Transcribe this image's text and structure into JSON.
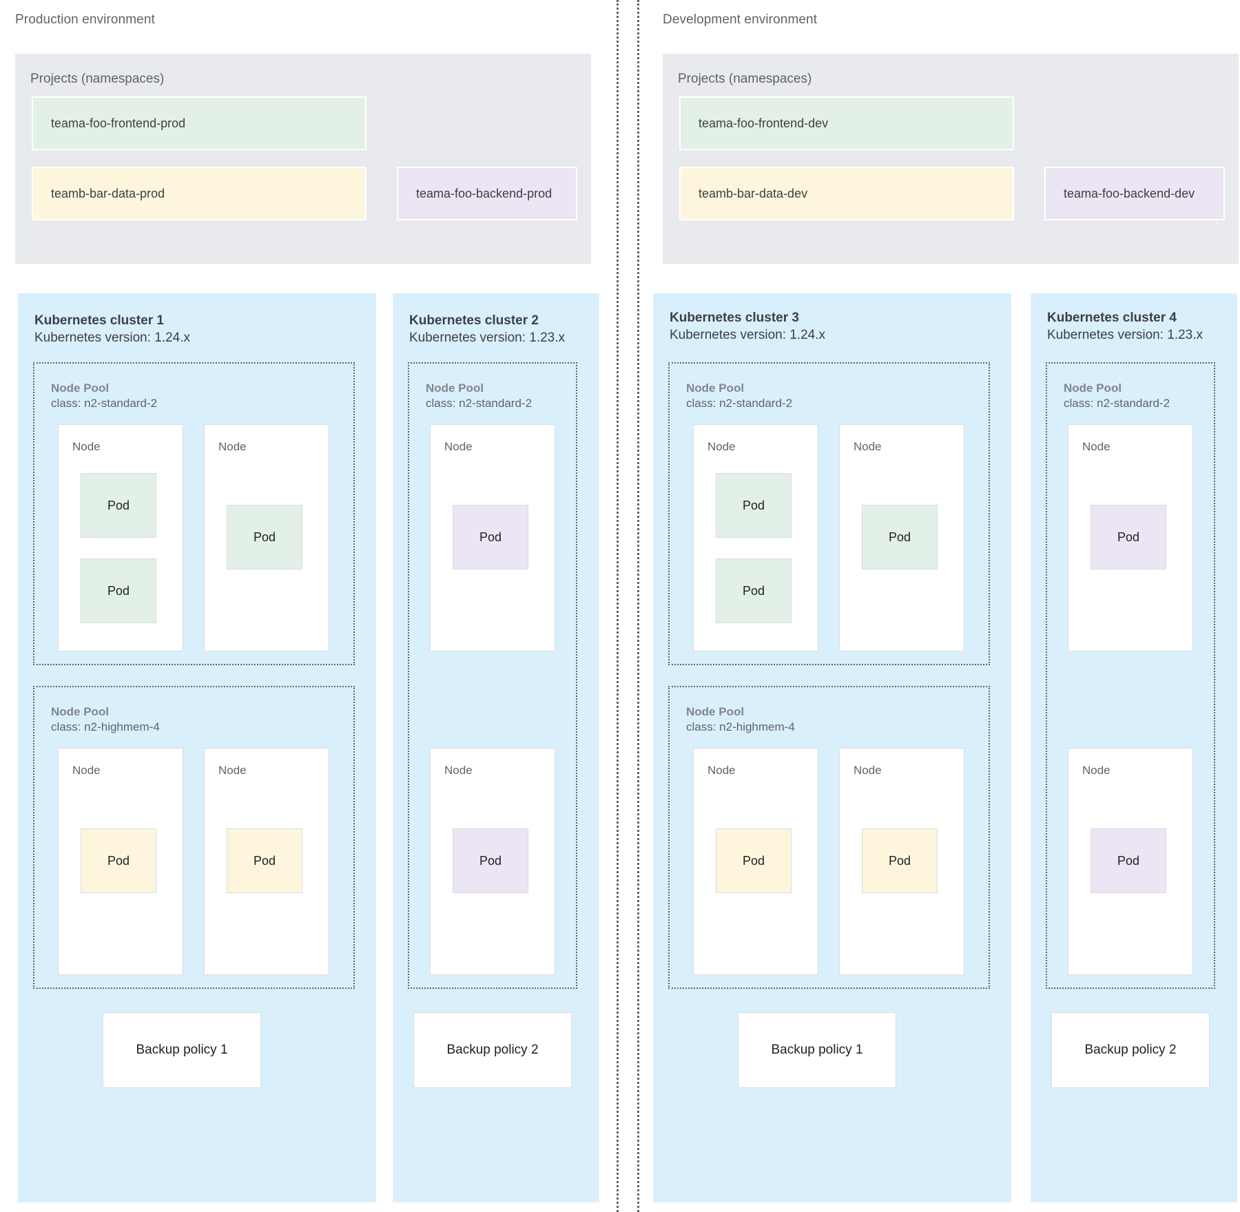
{
  "divider": {
    "style": "dotted-double-vertical"
  },
  "environments": [
    {
      "title": "Production environment",
      "projects": {
        "label": "Projects (namespaces)",
        "namespaces": [
          {
            "name": "teama-foo-frontend-prod",
            "color": "green"
          },
          {
            "name": "teamb-bar-data-prod",
            "color": "yellow"
          },
          {
            "name": "teama-foo-backend-prod",
            "color": "purple"
          }
        ]
      },
      "clusters": [
        {
          "title": "Kubernetes cluster 1",
          "version": "Kubernetes version: 1.24.x",
          "pools": [
            {
              "label": "Node Pool",
              "class": "class: n2-standard-2",
              "nodes": [
                {
                  "label": "Node",
                  "pods": [
                    {
                      "label": "Pod",
                      "color": "green"
                    },
                    {
                      "label": "Pod",
                      "color": "green"
                    }
                  ]
                },
                {
                  "label": "Node",
                  "pods": [
                    {
                      "label": "Pod",
                      "color": "green"
                    }
                  ]
                }
              ]
            },
            {
              "label": "Node Pool",
              "class": "class: n2-highmem-4",
              "nodes": [
                {
                  "label": "Node",
                  "pods": [
                    {
                      "label": "Pod",
                      "color": "yellow"
                    }
                  ]
                },
                {
                  "label": "Node",
                  "pods": [
                    {
                      "label": "Pod",
                      "color": "yellow"
                    }
                  ]
                }
              ]
            }
          ],
          "backup_policy": "Backup policy 1"
        },
        {
          "title": "Kubernetes cluster 2",
          "version": "Kubernetes version: 1.23.x",
          "pools": [
            {
              "label": "Node Pool",
              "class": "class: n2-standard-2",
              "nodes": [
                {
                  "label": "Node",
                  "pods": [
                    {
                      "label": "Pod",
                      "color": "purple"
                    }
                  ]
                },
                {
                  "label": "Node",
                  "pods": [
                    {
                      "label": "Pod",
                      "color": "purple"
                    }
                  ]
                }
              ]
            }
          ],
          "backup_policy": "Backup policy 2"
        }
      ]
    },
    {
      "title": "Development environment",
      "projects": {
        "label": "Projects (namespaces)",
        "namespaces": [
          {
            "name": "teama-foo-frontend-dev",
            "color": "green"
          },
          {
            "name": "teamb-bar-data-dev",
            "color": "yellow"
          },
          {
            "name": "teama-foo-backend-dev",
            "color": "purple"
          }
        ]
      },
      "clusters": [
        {
          "title": "Kubernetes cluster 3",
          "version": "Kubernetes version: 1.24.x",
          "pools": [
            {
              "label": "Node Pool",
              "class": "class: n2-standard-2",
              "nodes": [
                {
                  "label": "Node",
                  "pods": [
                    {
                      "label": "Pod",
                      "color": "green"
                    },
                    {
                      "label": "Pod",
                      "color": "green"
                    }
                  ]
                },
                {
                  "label": "Node",
                  "pods": [
                    {
                      "label": "Pod",
                      "color": "green"
                    }
                  ]
                }
              ]
            },
            {
              "label": "Node Pool",
              "class": "class: n2-highmem-4",
              "nodes": [
                {
                  "label": "Node",
                  "pods": [
                    {
                      "label": "Pod",
                      "color": "yellow"
                    }
                  ]
                },
                {
                  "label": "Node",
                  "pods": [
                    {
                      "label": "Pod",
                      "color": "yellow"
                    }
                  ]
                }
              ]
            }
          ],
          "backup_policy": "Backup policy 1"
        },
        {
          "title": "Kubernetes cluster 4",
          "version": "Kubernetes version: 1.23.x",
          "pools": [
            {
              "label": "Node Pool",
              "class": "class: n2-standard-2",
              "nodes": [
                {
                  "label": "Node",
                  "pods": [
                    {
                      "label": "Pod",
                      "color": "purple"
                    }
                  ]
                },
                {
                  "label": "Node",
                  "pods": [
                    {
                      "label": "Pod",
                      "color": "purple"
                    }
                  ]
                }
              ]
            }
          ],
          "backup_policy": "Backup policy 2"
        }
      ]
    }
  ],
  "colors": {
    "cluster_bg": "#daeffc",
    "projects_bg": "#e8eaed",
    "green": "#e3f0e8",
    "yellow": "#fdf6dd",
    "purple": "#ece5f4",
    "node_border": "#dadce0",
    "text": "#3c4043",
    "muted_text": "#5f6368"
  }
}
